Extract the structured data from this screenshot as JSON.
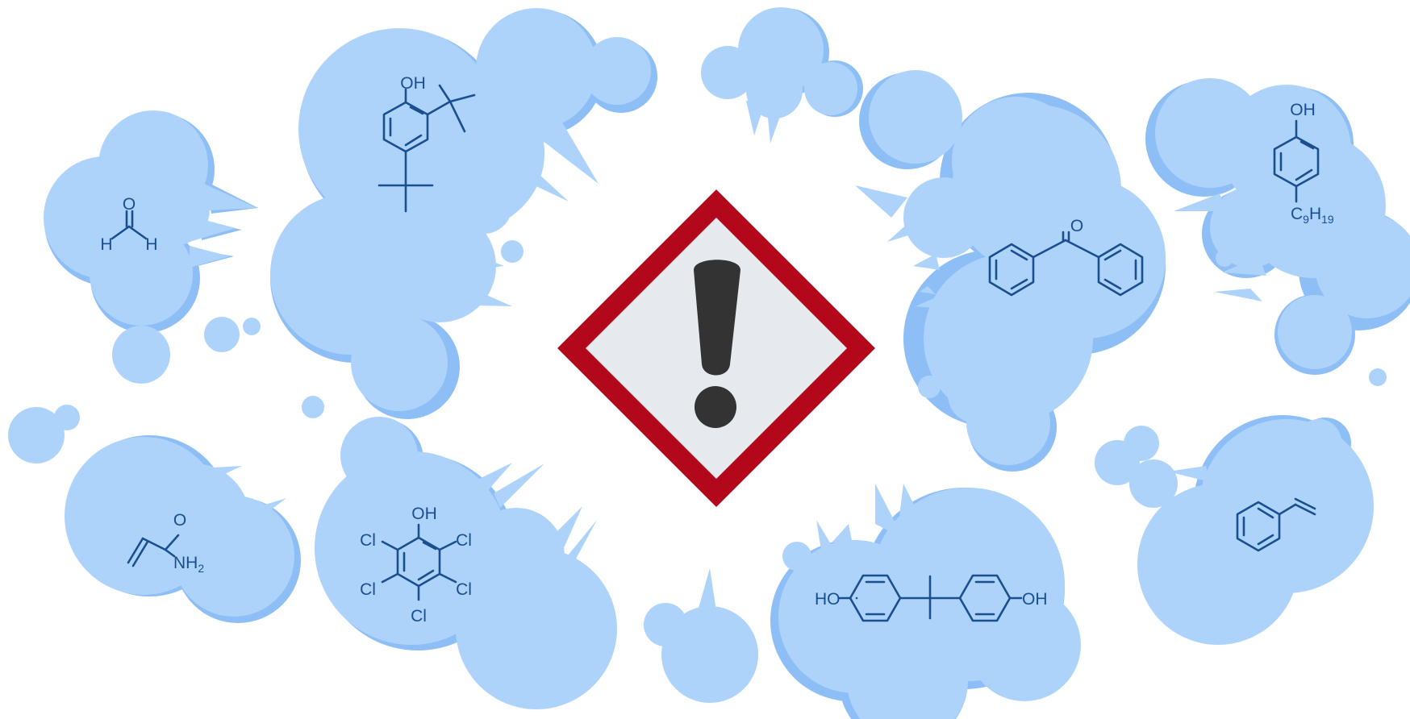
{
  "colors": {
    "cloud": "#aed3fb",
    "cloud_shadow": "#8dbef5",
    "structure": "#1a4f8f",
    "hazard_border": "#b3081b",
    "hazard_fill": "#e6eaee",
    "exclamation": "#333333"
  },
  "hazard_symbol": {
    "icon": "exclamation-mark-icon"
  },
  "labels": {
    "formaldehyde": {
      "o": "O",
      "h1": "H",
      "h2": "H"
    },
    "bht": {
      "oh": "OH"
    },
    "nonylphenol": {
      "oh": "OH",
      "c": "C",
      "n9": "9",
      "h": "H",
      "n19": "19"
    },
    "benzophenone": {
      "o": "O"
    },
    "acrylamide": {
      "o": "O",
      "nh": "NH",
      "n2": "2"
    },
    "pcp": {
      "oh": "OH",
      "cl1": "Cl",
      "cl2": "Cl",
      "cl3": "Cl",
      "cl4": "Cl",
      "cl5": "Cl"
    },
    "bpa": {
      "ho": "HO",
      "oh": "OH"
    }
  }
}
